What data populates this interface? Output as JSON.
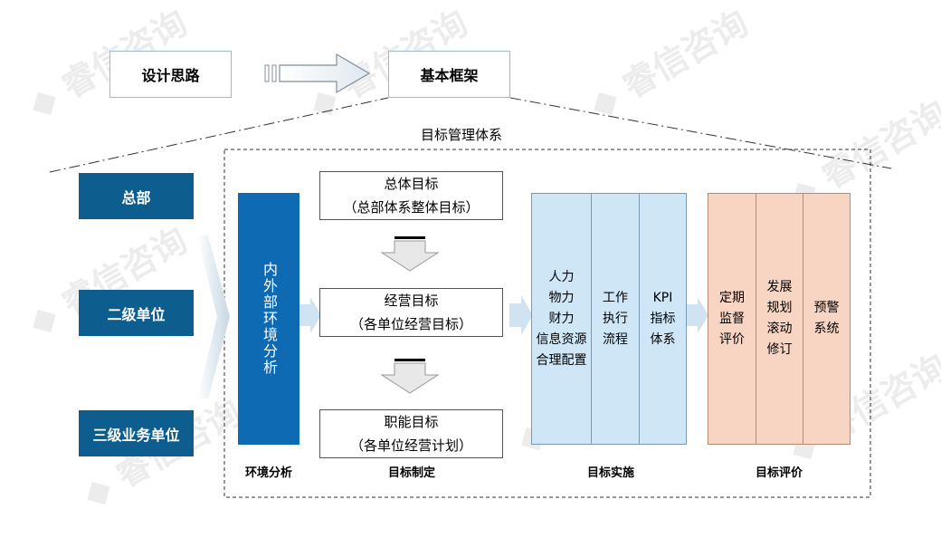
{
  "design_thinking": "设计思路",
  "basic_framework": "基本框架",
  "system_title": "目标管理体系",
  "levels": [
    "总部",
    "二级单位",
    "三级业务单位"
  ],
  "env_analysis": {
    "body": "内外部环境分析",
    "caption": "环境分析"
  },
  "goals": [
    {
      "title": "总体目标",
      "sub": "（总部体系整体目标）"
    },
    {
      "title": "经营目标",
      "sub": "（各单位经营目标）"
    },
    {
      "title": "职能目标",
      "sub": "（各单位经营计划）"
    }
  ],
  "goal_caption": "目标制定",
  "implementation": {
    "columns": [
      {
        "lines": [
          "人力",
          "物力",
          "财力",
          "信息资源",
          "合理配置"
        ]
      },
      {
        "lines": [
          "工作",
          "执行",
          "流程"
        ]
      },
      {
        "lines": [
          "KPI",
          "指标",
          "体系"
        ]
      }
    ],
    "caption": "目标实施"
  },
  "evaluation": {
    "columns": [
      {
        "lines": [
          "定期",
          "监督",
          "评价"
        ]
      },
      {
        "lines": [
          "发展",
          "规划",
          "滚动",
          "修订"
        ]
      },
      {
        "lines": [
          "预警",
          "系统"
        ]
      }
    ],
    "caption": "目标评价"
  },
  "watermark": "睿信咨询",
  "colors": {
    "level_bg": "#0d5d8f",
    "env_bg": "#0e6ab3",
    "impl_bg": "#cfe6f7",
    "eval_bg": "#f8d5c3",
    "arrow_bg": "#cfe3f3"
  }
}
